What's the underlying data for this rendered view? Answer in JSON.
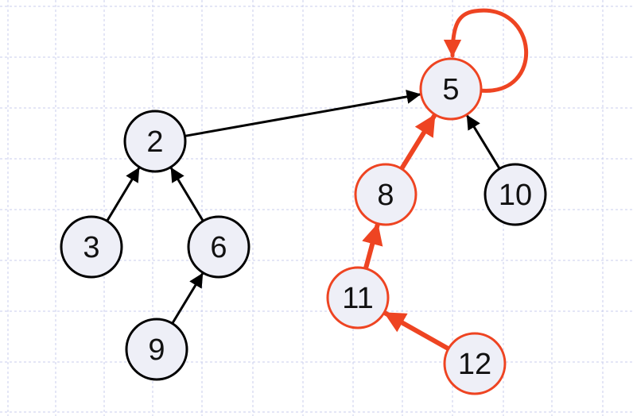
{
  "colors": {
    "node_fill": "#eeeff7",
    "normal_stroke": "#000000",
    "path_stroke": "#ee4422",
    "grid": "#c9cdee",
    "background": "#ffffff"
  },
  "nodes": [
    {
      "id": "2",
      "label": "2",
      "highlighted": false
    },
    {
      "id": "3",
      "label": "3",
      "highlighted": false
    },
    {
      "id": "6",
      "label": "6",
      "highlighted": false
    },
    {
      "id": "9",
      "label": "9",
      "highlighted": false
    },
    {
      "id": "5",
      "label": "5",
      "highlighted": true
    },
    {
      "id": "8",
      "label": "8",
      "highlighted": true
    },
    {
      "id": "10",
      "label": "10",
      "highlighted": false
    },
    {
      "id": "11",
      "label": "11",
      "highlighted": true
    },
    {
      "id": "12",
      "label": "12",
      "highlighted": true
    }
  ],
  "edges": [
    {
      "from": "3",
      "to": "2",
      "highlighted": false
    },
    {
      "from": "6",
      "to": "2",
      "highlighted": false
    },
    {
      "from": "9",
      "to": "6",
      "highlighted": false
    },
    {
      "from": "2",
      "to": "5",
      "highlighted": false
    },
    {
      "from": "10",
      "to": "5",
      "highlighted": false
    },
    {
      "from": "8",
      "to": "5",
      "highlighted": true
    },
    {
      "from": "11",
      "to": "8",
      "highlighted": true
    },
    {
      "from": "12",
      "to": "11",
      "highlighted": true
    },
    {
      "from": "5",
      "to": "5",
      "highlighted": true,
      "self_loop": true
    }
  ]
}
